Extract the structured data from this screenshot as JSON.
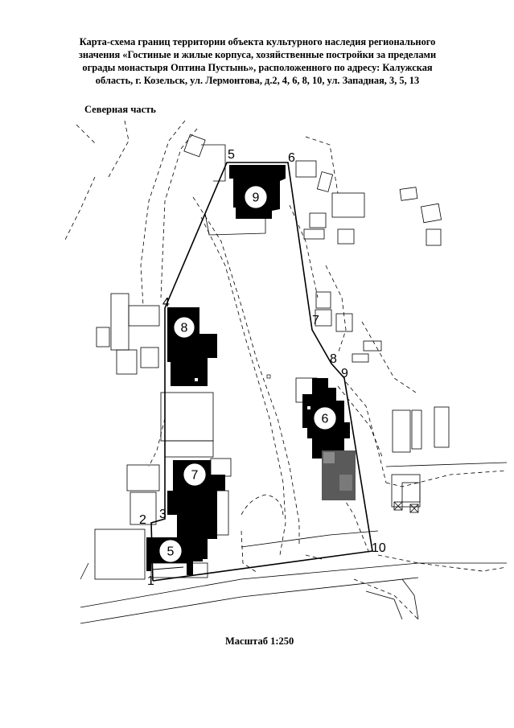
{
  "title_lines": [
    "Карта-схема границ территории объекта культурного наследия  регионального",
    "значения «Гостиные и жилые корпуса, хозяйственные постройки за пределами",
    "ограды монастыря Оптина Пустынь», расположенного по адресу: Калужская",
    "область, г. Козельск, ул. Лермонтова, д.2, 4, 6, 8, 10, ул. Западная, 3, 5, 13"
  ],
  "subtitle": "Северная часть",
  "scale_label": "Масштаб 1:250",
  "boundary_points": [
    "1",
    "2",
    "3",
    "4",
    "5",
    "6",
    "7",
    "8",
    "9",
    "10"
  ],
  "buildings": [
    "5",
    "6",
    "7",
    "8",
    "9"
  ]
}
